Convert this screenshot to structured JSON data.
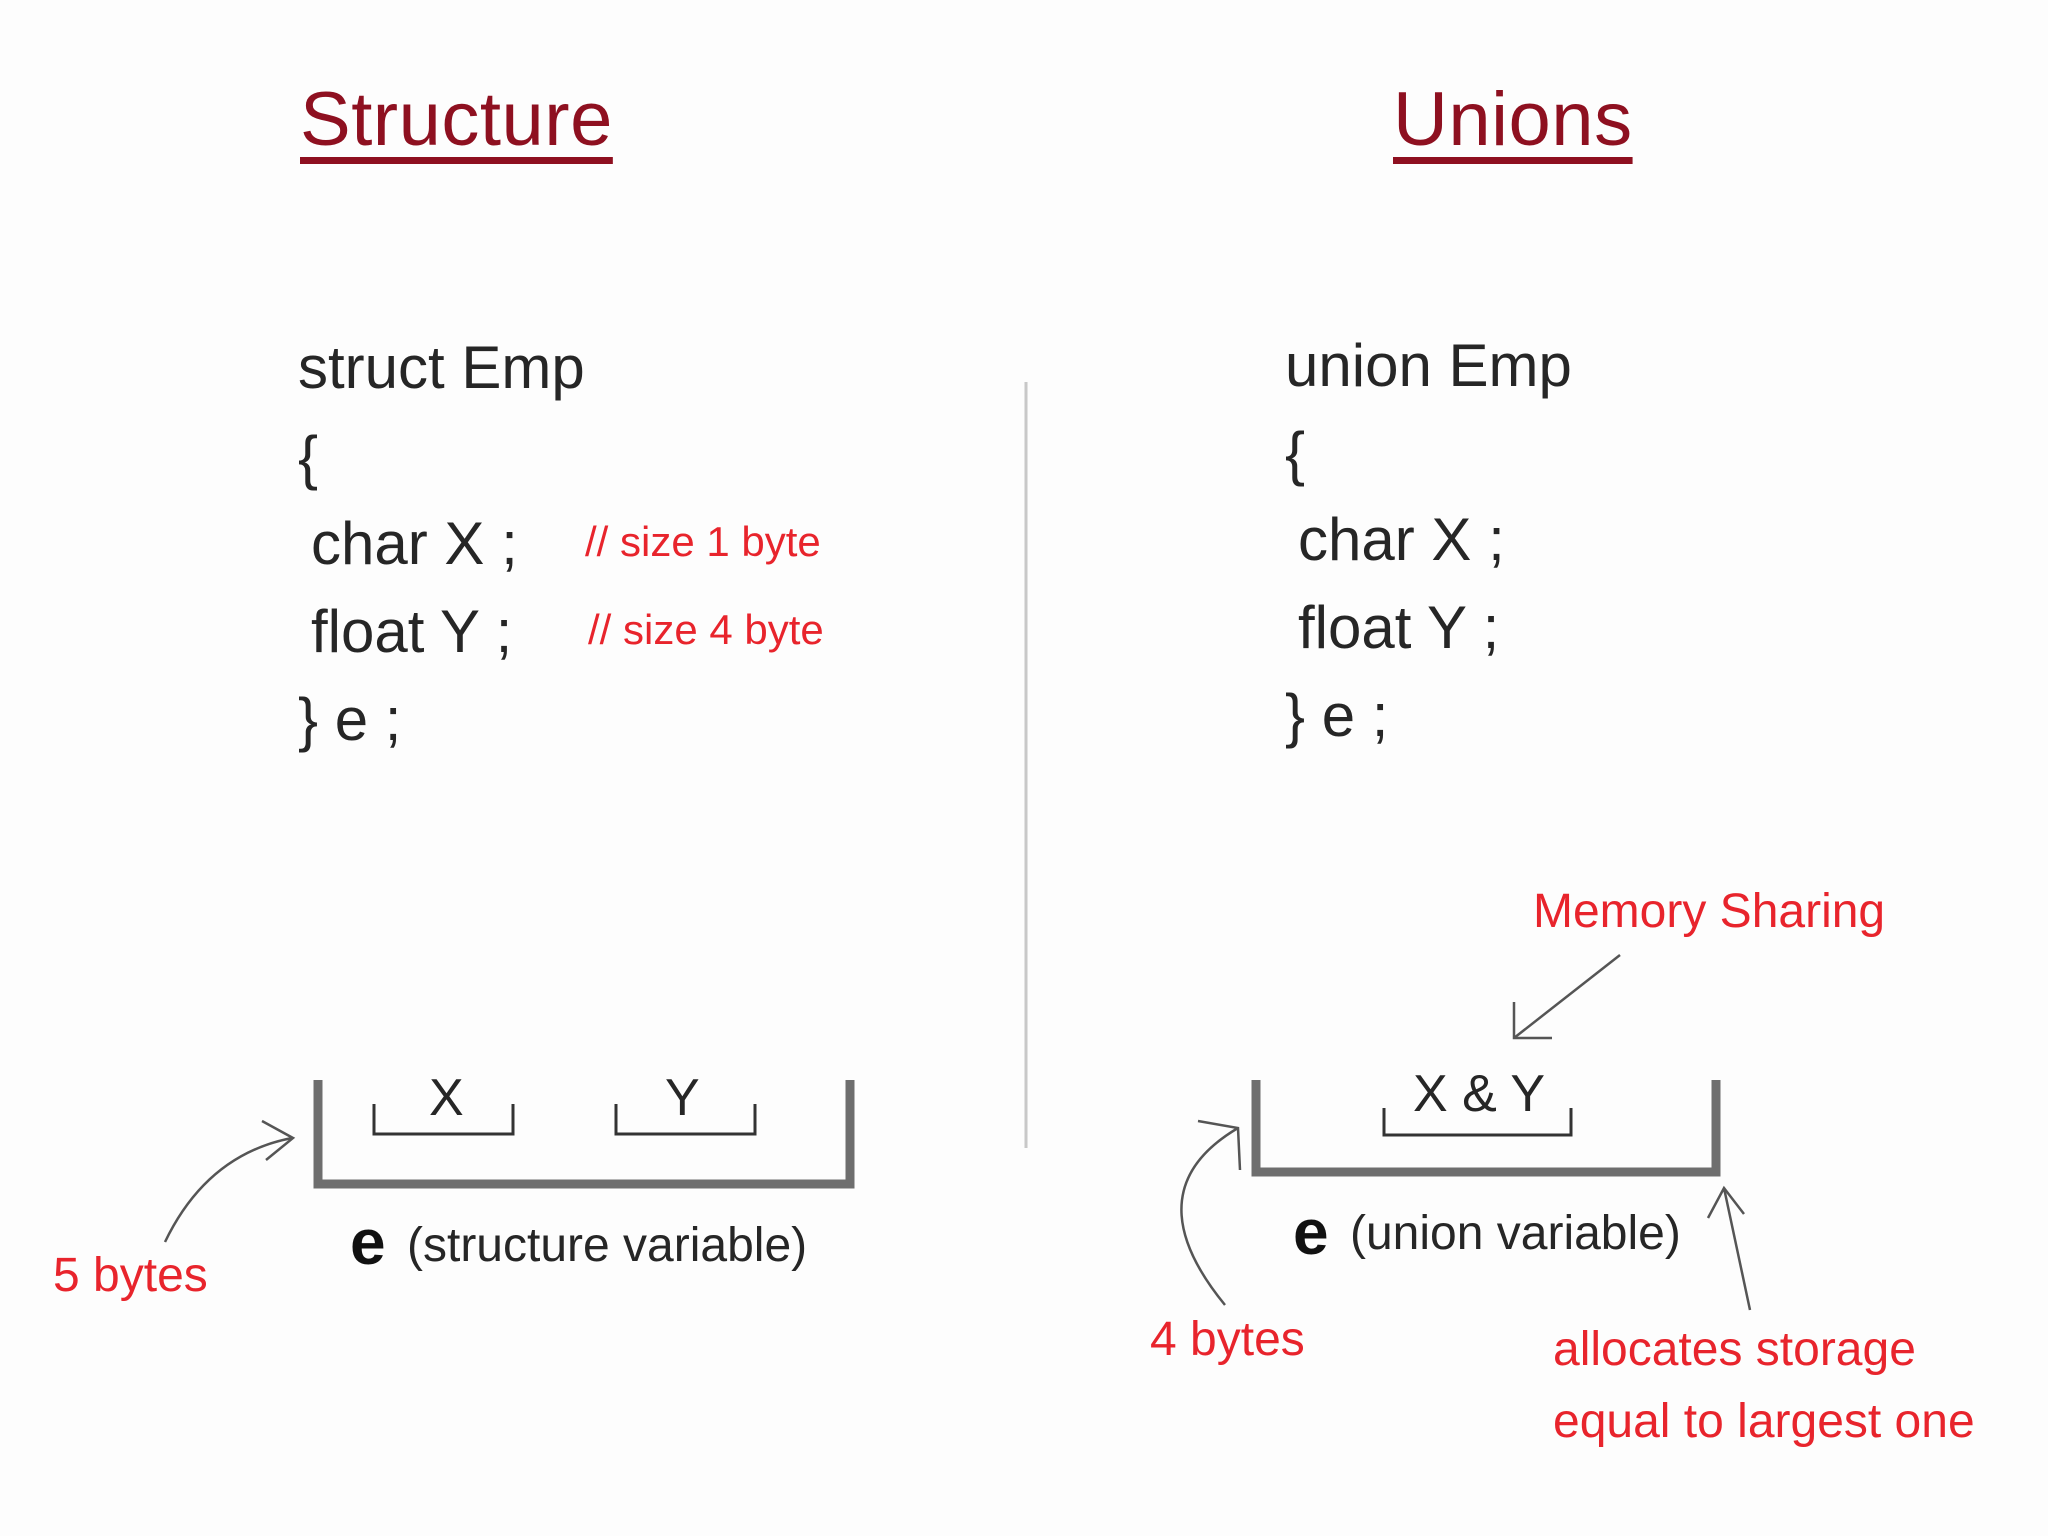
{
  "structure": {
    "heading": "Structure",
    "code": {
      "line1": "struct Emp",
      "line2": "{",
      "line3": "char X ;",
      "line4": "float Y ;",
      "line5": "} e ;"
    },
    "comments": {
      "x": "// size 1 byte",
      "y": "// size 4 byte"
    },
    "fields": {
      "x": "X",
      "y": "Y"
    },
    "caption_var": "e",
    "caption_text": "(structure variable)",
    "size_note": "5 bytes"
  },
  "unions": {
    "heading": "Unions",
    "code": {
      "line1": "union Emp",
      "line2": "{",
      "line3": "char X ;",
      "line4": "float Y ;",
      "line5": "} e ;"
    },
    "field": "X & Y",
    "caption_var": "e",
    "caption_text": "(union variable)",
    "size_note": "4 bytes",
    "sharing_note": "Memory Sharing",
    "storage_note": {
      "line1": "allocates storage",
      "line2": "equal to largest one"
    }
  },
  "colors": {
    "heading": "#8e1020",
    "note": "#e8242c",
    "text": "#262626",
    "box": "#6e6e6e",
    "divider": "#c8c8c8"
  }
}
